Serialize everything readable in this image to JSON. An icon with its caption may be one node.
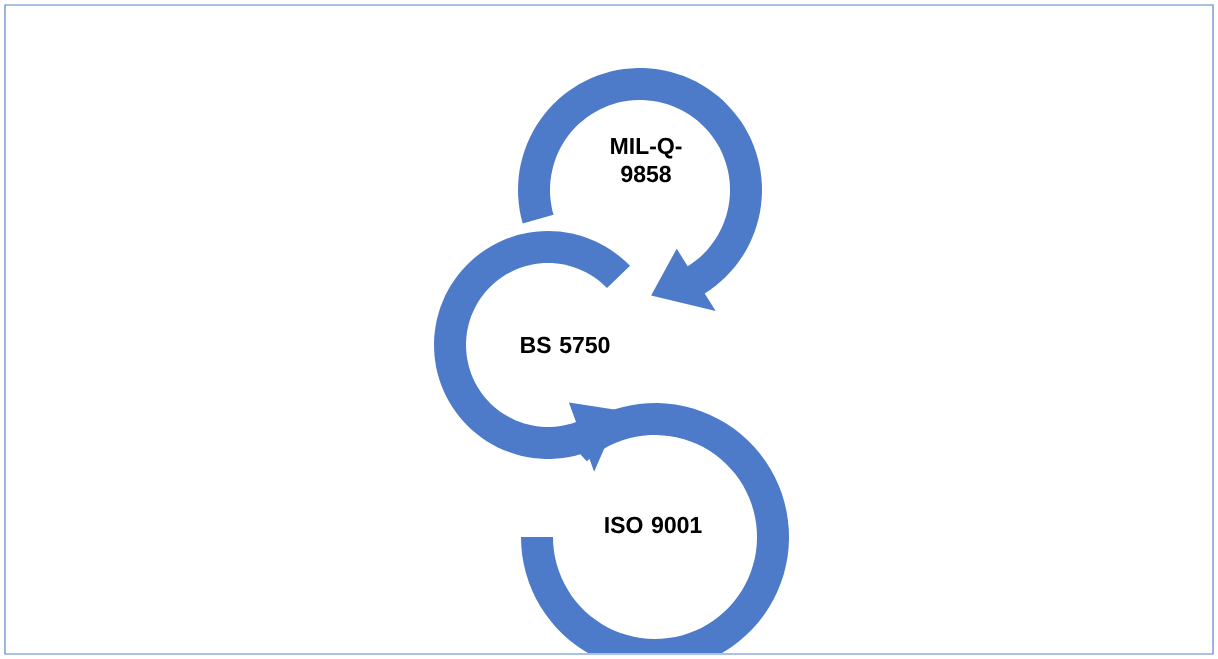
{
  "diagram": {
    "nodes": [
      {
        "text": [
          "MIL-Q- 9858"
        ]
      },
      {
        "text": [
          "BS 5750"
        ]
      },
      {
        "text": [
          "ISO 9001"
        ]
      }
    ]
  }
}
